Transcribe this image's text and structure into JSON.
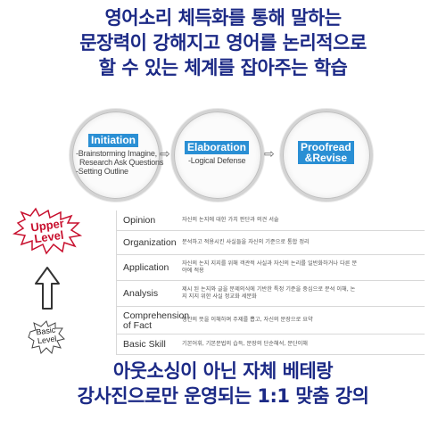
{
  "top_title": {
    "lines": [
      "영어소리 체득화를 통해 말하는",
      "문장력이 강해지고  영어를 논리적으로",
      "할 수 있는 체계를 잡아주는 학습"
    ]
  },
  "stages": [
    {
      "label": "Initiation",
      "details": [
        "-Brainstorming Imagine,",
        "Research Ask Questions",
        "-Setting Outline"
      ]
    },
    {
      "label": "Elaboration",
      "details": [
        "-Logical Defense"
      ]
    },
    {
      "label_lines": [
        "Proofread",
        "&Revise"
      ],
      "details": []
    }
  ],
  "flow_arrow": "⇨",
  "badges": {
    "upper": [
      "Upper",
      "Level"
    ],
    "basic": [
      "Basic",
      "Level"
    ]
  },
  "levels": [
    {
      "name": "Opinion",
      "desc": "자신의 논지에 대한 가치 판단과 의견 서술"
    },
    {
      "name": "Organization",
      "desc": "분석하고 적용시킨 사실들을 자신의 기준으로 통합 정리"
    },
    {
      "name": "Application",
      "desc": "자신의 논지 지지를 위해 객관적 사실과 자신의 논리를 일반화하거나 다른 분야에 적용"
    },
    {
      "name": "Analysis",
      "desc": "제시 된 논지와 글을 문제의식에 기반한 특정 기준을 중심으로 분석 이해, 논지 지지 위한 사실 정교화 세분화"
    },
    {
      "name_lines": [
        "Comprehension",
        "of Fact"
      ],
      "desc": "행간의 뜻을 이해하며 주제를 뽑고, 자신의 문장으로 요약"
    },
    {
      "name": "Basic Skill",
      "desc": "기본어휘, 기본문법의 습득, 문장의 단순해석, 문단이해"
    }
  ],
  "bottom_title": {
    "lines": [
      "아웃소싱이 아닌 자체 베테랑",
      "강사진으로만 운영되는 1:1 맞춤 강의"
    ]
  },
  "colors": {
    "title": "#1c2a86",
    "stage_label": "#2a8fd4",
    "upper_badge": "#c8102e"
  }
}
